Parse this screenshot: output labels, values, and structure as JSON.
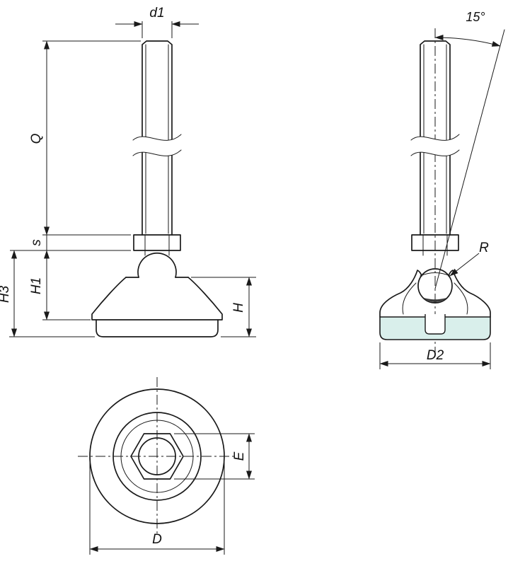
{
  "colors": {
    "line": "#1a1a1a",
    "pad_fill": "#cfe8e3",
    "background": "#ffffff"
  },
  "labels": {
    "d1": "d1",
    "angle": "15°",
    "Q": "Q",
    "s": "s",
    "H3": "H3",
    "H1": "H1",
    "H": "H",
    "R": "R",
    "D2": "D2",
    "E": "E",
    "D": "D"
  }
}
